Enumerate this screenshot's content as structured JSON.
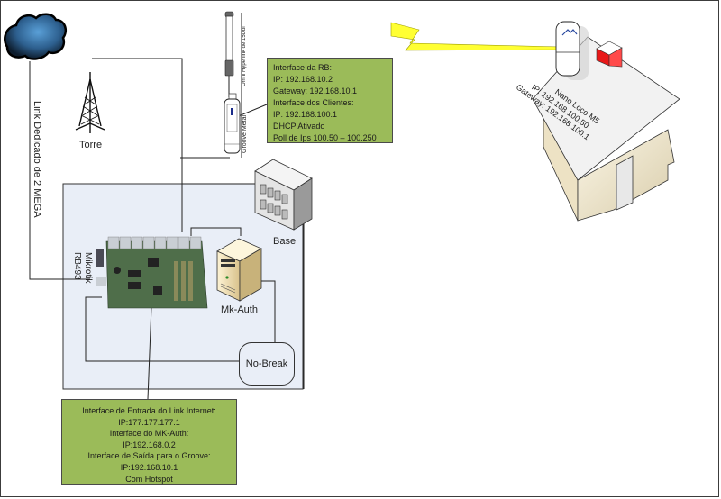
{
  "diagram": {
    "title": "Network topology diagram",
    "colors": {
      "note_fill": "#9bbb59",
      "network_box_fill": "#e9eef7",
      "lightning": "#ffff33",
      "cloud": "#3a6f9f",
      "chimney": "#e81818"
    },
    "nodes": {
      "cloud": {
        "icon": "cloud-icon"
      },
      "tower": {
        "label": "Torre",
        "icon": "radio-tower-icon"
      },
      "omni_antenna": {
        "label": "Omni Hyperlink de 15Dbi",
        "icon": "antenna-icon"
      },
      "groove": {
        "label": "Groove Metal",
        "icon": "router-icon"
      },
      "base": {
        "label": "Base",
        "icon": "building-icon"
      },
      "mikrotik": {
        "label_line1": "Mikrotik",
        "label_line2": "RB493",
        "icon": "routerboard-icon"
      },
      "mkauth": {
        "label": "Mk-Auth",
        "icon": "server-icon"
      },
      "nobreak": {
        "label": "No-Break"
      },
      "nanoloco": {
        "icon": "cpe-antenna-icon"
      },
      "house": {
        "icon": "house-icon",
        "lines": [
          "Nano Loco M5",
          "IP: 192.168.100.50",
          "Gateway: 192.168.100.1"
        ]
      }
    },
    "link_label": "Link Dedicado de 2 MEGA",
    "notes": {
      "rb": [
        "Interface da RB:",
        "IP: 192.168.10.2",
        "Gateway: 192.168.10.1",
        "Interface dos Clientes:",
        "IP: 192.168.100.1",
        "DHCP Ativado",
        "Poll de Ips 100.50 – 100.250"
      ],
      "mikrotik": [
        "Interface de Entrada do Link Internet:",
        "IP:177.177.177.1",
        "Interface do MK-Auth:",
        "IP:192.168.0.2",
        "Interface de Saída para o Groove:",
        "IP:192.168.10.1",
        "Com Hotspot"
      ]
    }
  }
}
